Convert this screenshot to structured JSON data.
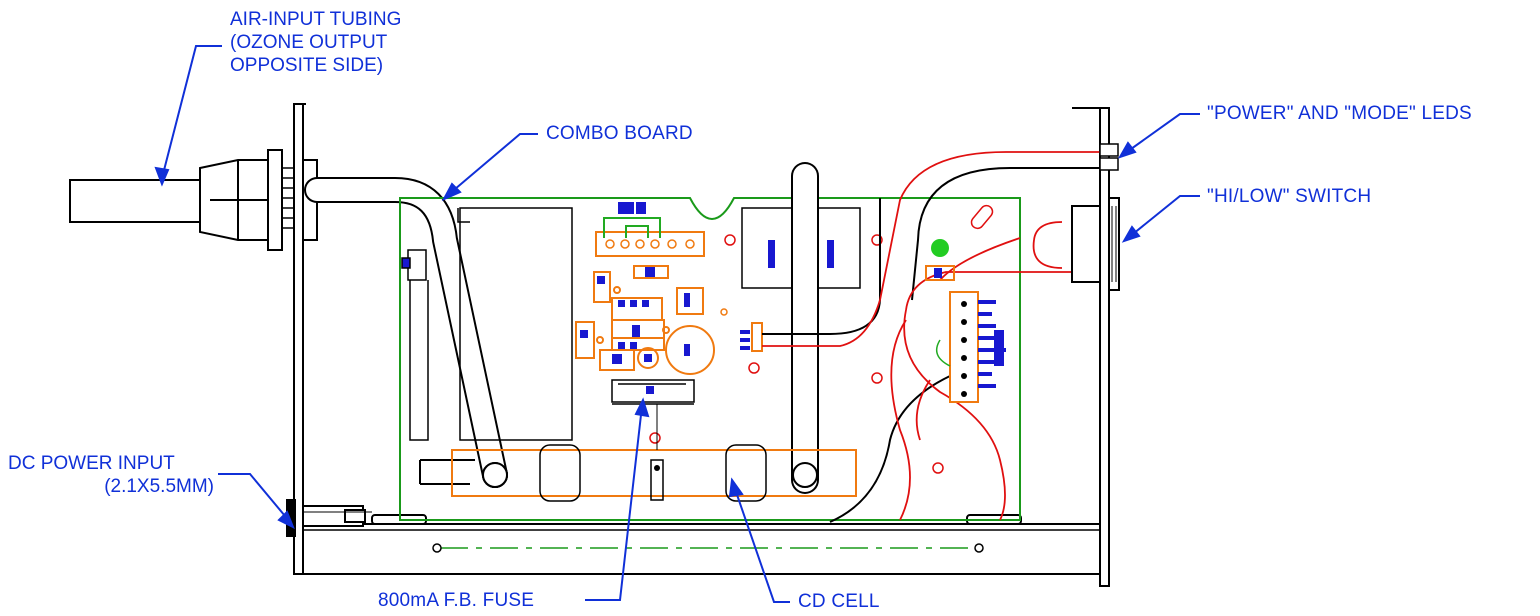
{
  "labels": {
    "air_input": [
      "AIR-INPUT TUBING",
      "(OZONE OUTPUT",
      "OPPOSITE SIDE)"
    ],
    "combo_board": "COMBO BOARD",
    "power_mode_leds": "\"POWER\" AND \"MODE\" LEDS",
    "hi_low_switch": "\"HI/LOW\" SWITCH",
    "dc_power_input": [
      "DC POWER INPUT",
      "(2.1X5.5MM)"
    ],
    "fuse": "800mA F.B. FUSE",
    "cd_cell": "CD CELL"
  },
  "colors": {
    "annotation": "#1030d8",
    "outline": "#000000",
    "board": "#1a9a1a",
    "component": "#f07a10",
    "wire": "#e01010",
    "pad": "#1818d0",
    "indicator": "#22cc22"
  }
}
